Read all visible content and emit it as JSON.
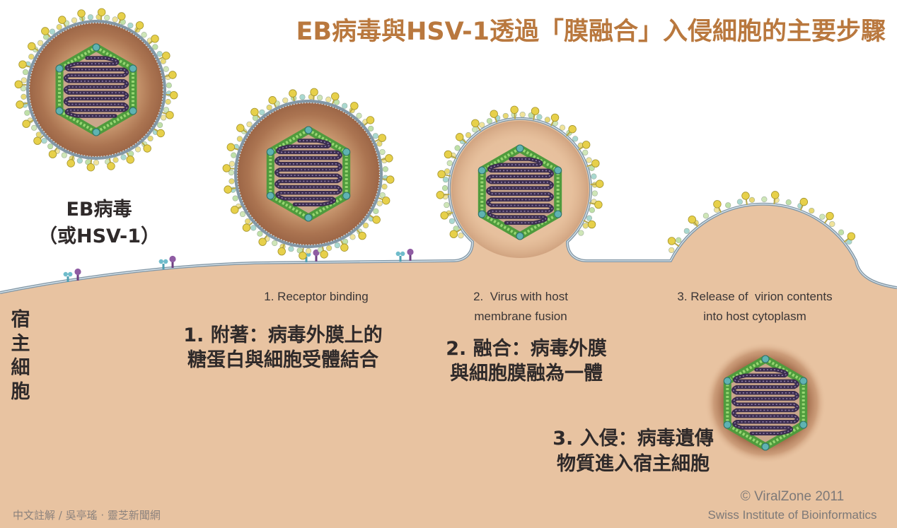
{
  "title": "EB病毒與HSV-1透過「膜融合」入侵細胞的主要步驟",
  "labels": {
    "virus": "EB病毒",
    "virus_alt": "（或HSV-1）",
    "host_cell": "宿主細胞"
  },
  "steps": [
    {
      "en_line1": "1. Receptor binding",
      "zh_line1": "1. 附著：病毒外膜上的",
      "zh_line2": "糖蛋白與細胞受體結合"
    },
    {
      "en_line1": "2.  Virus with host",
      "en_line2": "membrane fusion",
      "zh_line1": "2. 融合：病毒外膜",
      "zh_line2": "與細胞膜融為一體"
    },
    {
      "en_line1": "3. Release of  virion contents",
      "en_line2": "into host cytoplasm",
      "zh_line1": "3. 入侵：病毒遺傳",
      "zh_line2": "物質進入宿主細胞"
    }
  ],
  "credits": {
    "copyright": "© ViralZone 2011",
    "institute": "Swiss Institute of Bioinformatics",
    "annotation": "中文註解 / 吳亭瑤 · 靈芝新聞網"
  },
  "colors": {
    "title": "#b9783e",
    "cytoplasm": "#e8c3a1",
    "membrane": "#8297a6",
    "capsid": "#4f9b3d",
    "genome": "#3b2d4f",
    "tegument": "#a9724f",
    "glycoprotein": "#e7d04a",
    "receptor_teal": "#6fbccb",
    "receptor_purple": "#8f5ca3"
  }
}
